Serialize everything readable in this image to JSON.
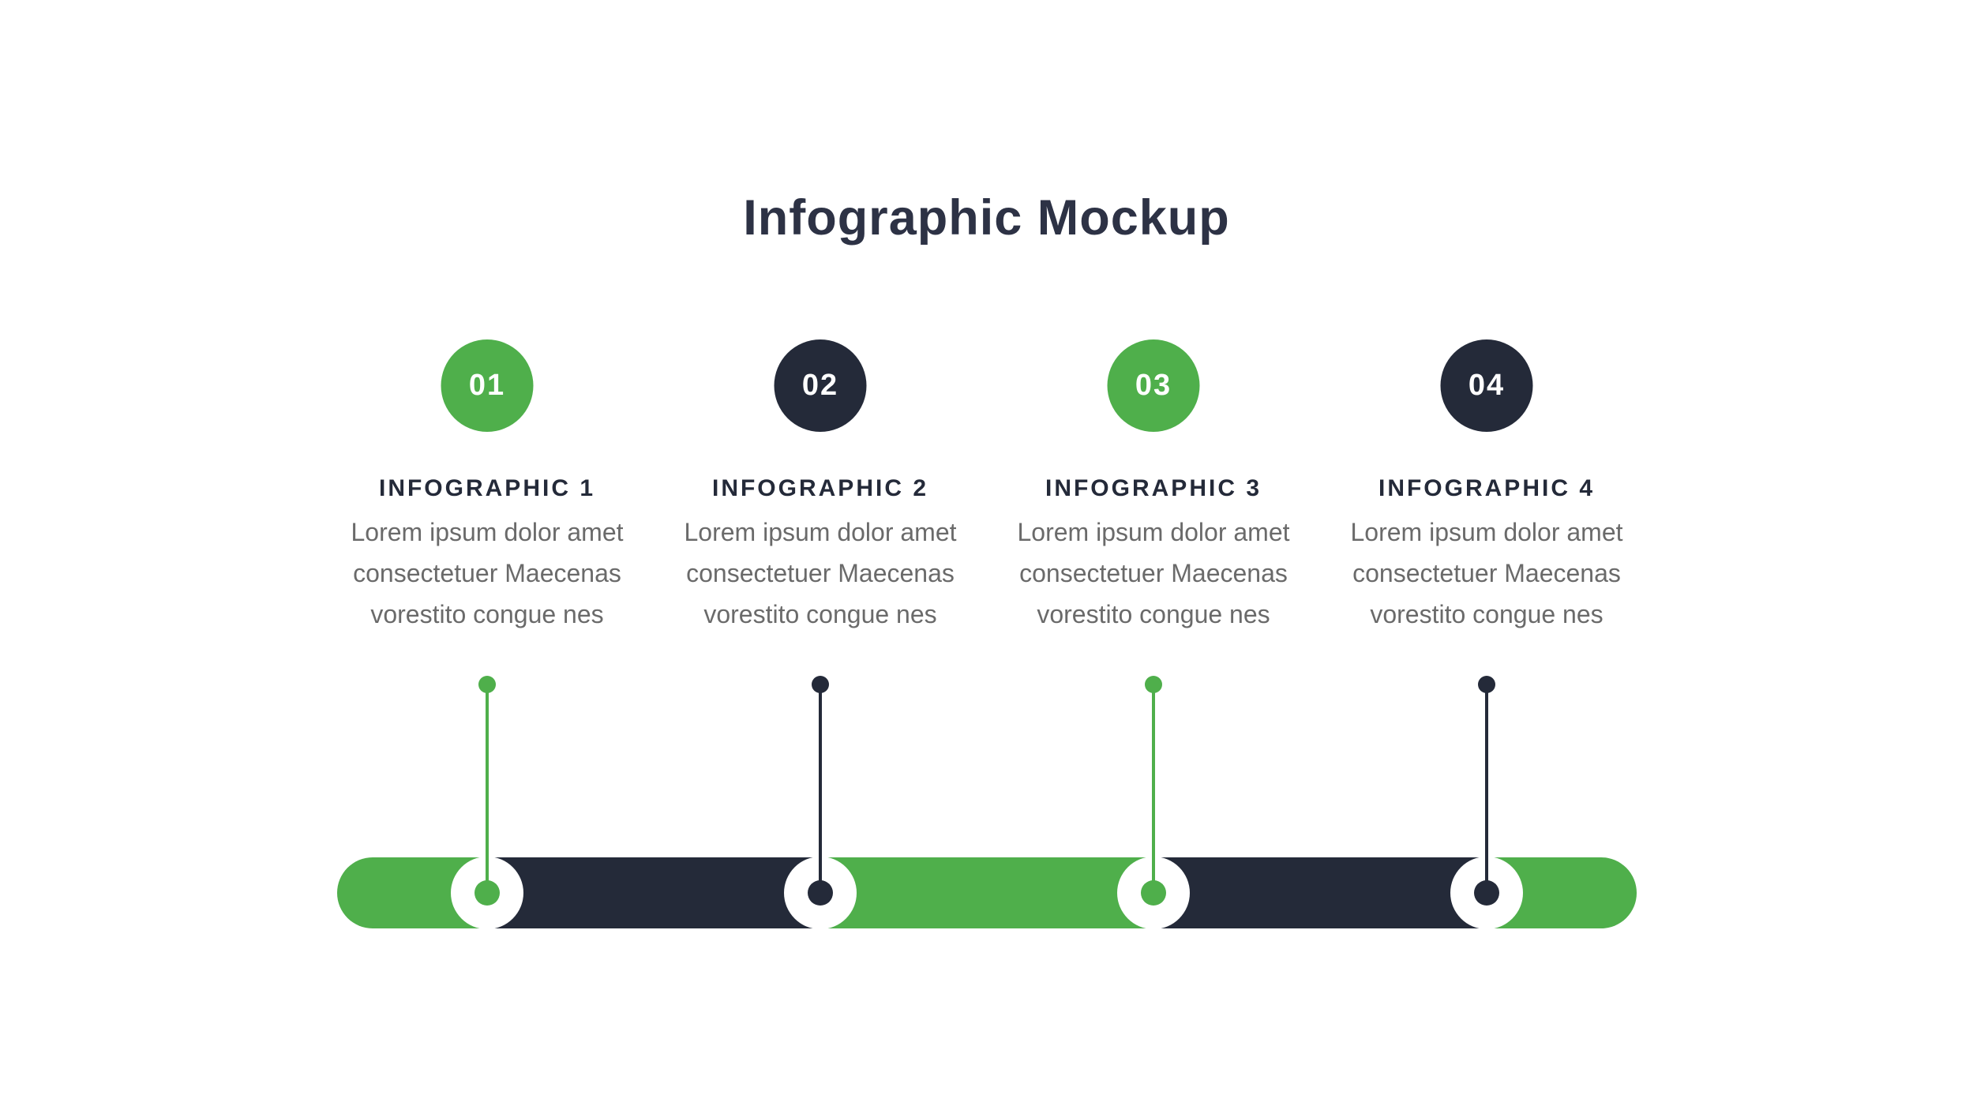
{
  "page": {
    "title": "Infographic Mockup"
  },
  "colors": {
    "green": "#4faf4b",
    "navy": "#242a39",
    "title_navy": "#2d3245",
    "body_gray": "#6a6a6a",
    "node_circle_white": "#ffffff",
    "background": "#ffffff"
  },
  "items": [
    {
      "number": "01",
      "heading": "INFOGRAPHIC 1",
      "body": "Lorem ipsum dolor amet consectetuer Maecenas vorestito congue nes",
      "accent": "green"
    },
    {
      "number": "02",
      "heading": "INFOGRAPHIC 2",
      "body": "Lorem ipsum dolor amet consectetuer Maecenas vorestito congue nes",
      "accent": "navy"
    },
    {
      "number": "03",
      "heading": "INFOGRAPHIC 3",
      "body": "Lorem ipsum dolor amet consectetuer Maecenas vorestito congue nes",
      "accent": "green"
    },
    {
      "number": "04",
      "heading": "INFOGRAPHIC 4",
      "body": "Lorem ipsum dolor amet consectetuer Maecenas vorestito congue nes",
      "accent": "navy"
    }
  ],
  "timeline": {
    "segment_colors": [
      "green",
      "navy",
      "green",
      "navy",
      "green"
    ],
    "node_dot_colors": [
      "green",
      "navy",
      "green",
      "navy"
    ],
    "stem_colors": [
      "green",
      "navy",
      "green",
      "navy"
    ]
  }
}
